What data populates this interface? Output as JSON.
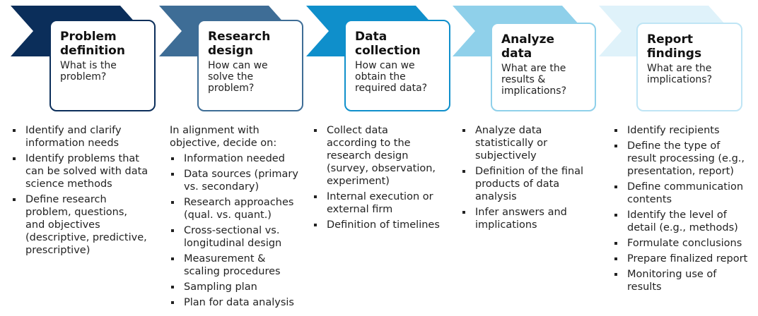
{
  "colors": {
    "stage1": "#0b2e5a",
    "stage2": "#3e6d96",
    "stage3": "#0f8fcb",
    "stage4": "#8fd0ea",
    "stage5": "#dff2fa"
  },
  "stages": [
    {
      "title": "Problem\ndefinition",
      "question": "What is the\nproblem?",
      "bullets": [
        "Identify and clarify\ninformation needs",
        "Identify problems that\ncan be solved with data\nscience methods",
        "Define research\nproblem, questions,\nand objectives\n(descriptive, predictive,\nprescriptive)"
      ]
    },
    {
      "title": "Research\ndesign",
      "question": "How can we\nsolve the\nproblem?",
      "intro": "In alignment with\nobjective, decide on:",
      "bullets": [
        "Information needed",
        "Data sources (primary\nvs. secondary)",
        "Research approaches\n(qual. vs. quant.)",
        "Cross-sectional vs.\nlongitudinal design",
        "Measurement &\nscaling procedures",
        "Sampling plan",
        "Plan for data analysis"
      ]
    },
    {
      "title": "Data\ncollection",
      "question": "How can we\nobtain the\nrequired data?",
      "bullets": [
        "Collect data\naccording to the\nresearch design\n(survey, observation,\nexperiment)",
        "Internal execution or\nexternal firm",
        "Definition of timelines"
      ]
    },
    {
      "title": "Analyze\ndata",
      "question": "What are the\nresults &\nimplications?",
      "bullets": [
        "Analyze data\nstatistically or\nsubjectively",
        "Definition of the final\nproducts of data\nanalysis",
        "Infer answers and\nimplications"
      ]
    },
    {
      "title": "Report\nfindings",
      "question": "What are the\nimplications?",
      "bullets": [
        "Identify recipients",
        "Define the type of\nresult processing (e.g.,\npresentation, report)",
        "Define communication\ncontents",
        "Identify the level of\ndetail (e.g., methods)",
        "Formulate conclusions",
        "Prepare finalized report",
        "Monitoring use of\nresults"
      ]
    }
  ]
}
